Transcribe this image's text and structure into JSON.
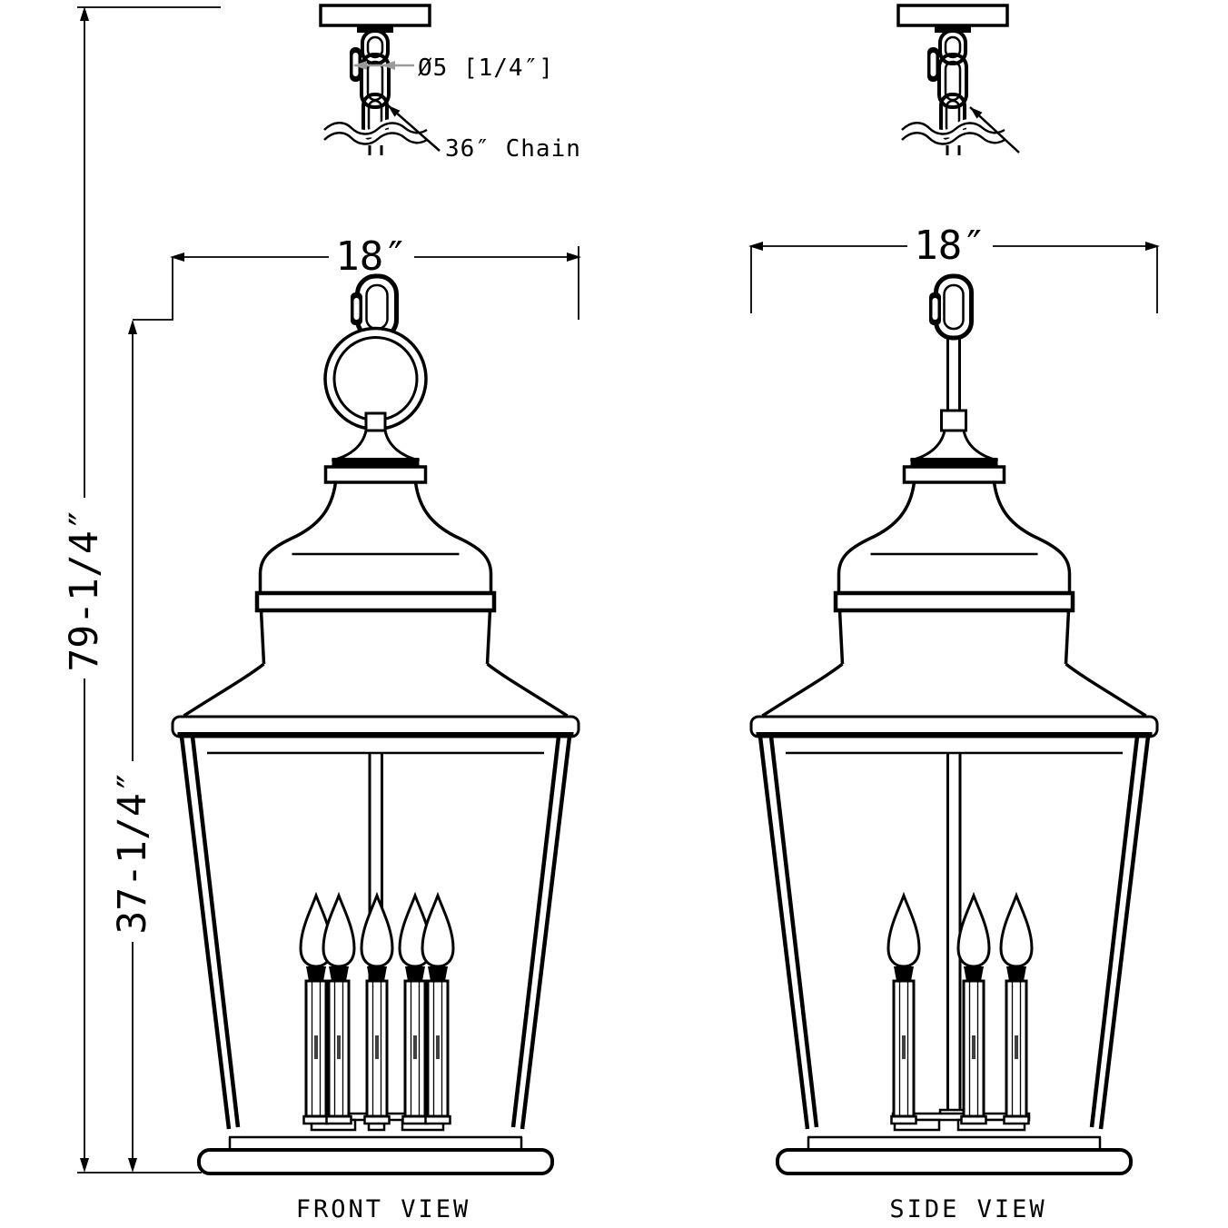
{
  "page": {
    "background": "#ffffff"
  },
  "front_view": {
    "caption": "FRONT VIEW",
    "width_dim": "18″"
  },
  "side_view": {
    "caption": "SIDE VIEW",
    "width_dim": "18″"
  },
  "height_dims": {
    "overall": "79-1/4″",
    "lantern": "37-1/4″"
  },
  "callouts": {
    "chain_diameter": "Ø5 [1/4″]",
    "chain_length": "36″ Chain"
  },
  "colors": {
    "line": "#000000",
    "cyan_callout": "#74c6c6",
    "gray_callout": "#9a9a9a"
  }
}
